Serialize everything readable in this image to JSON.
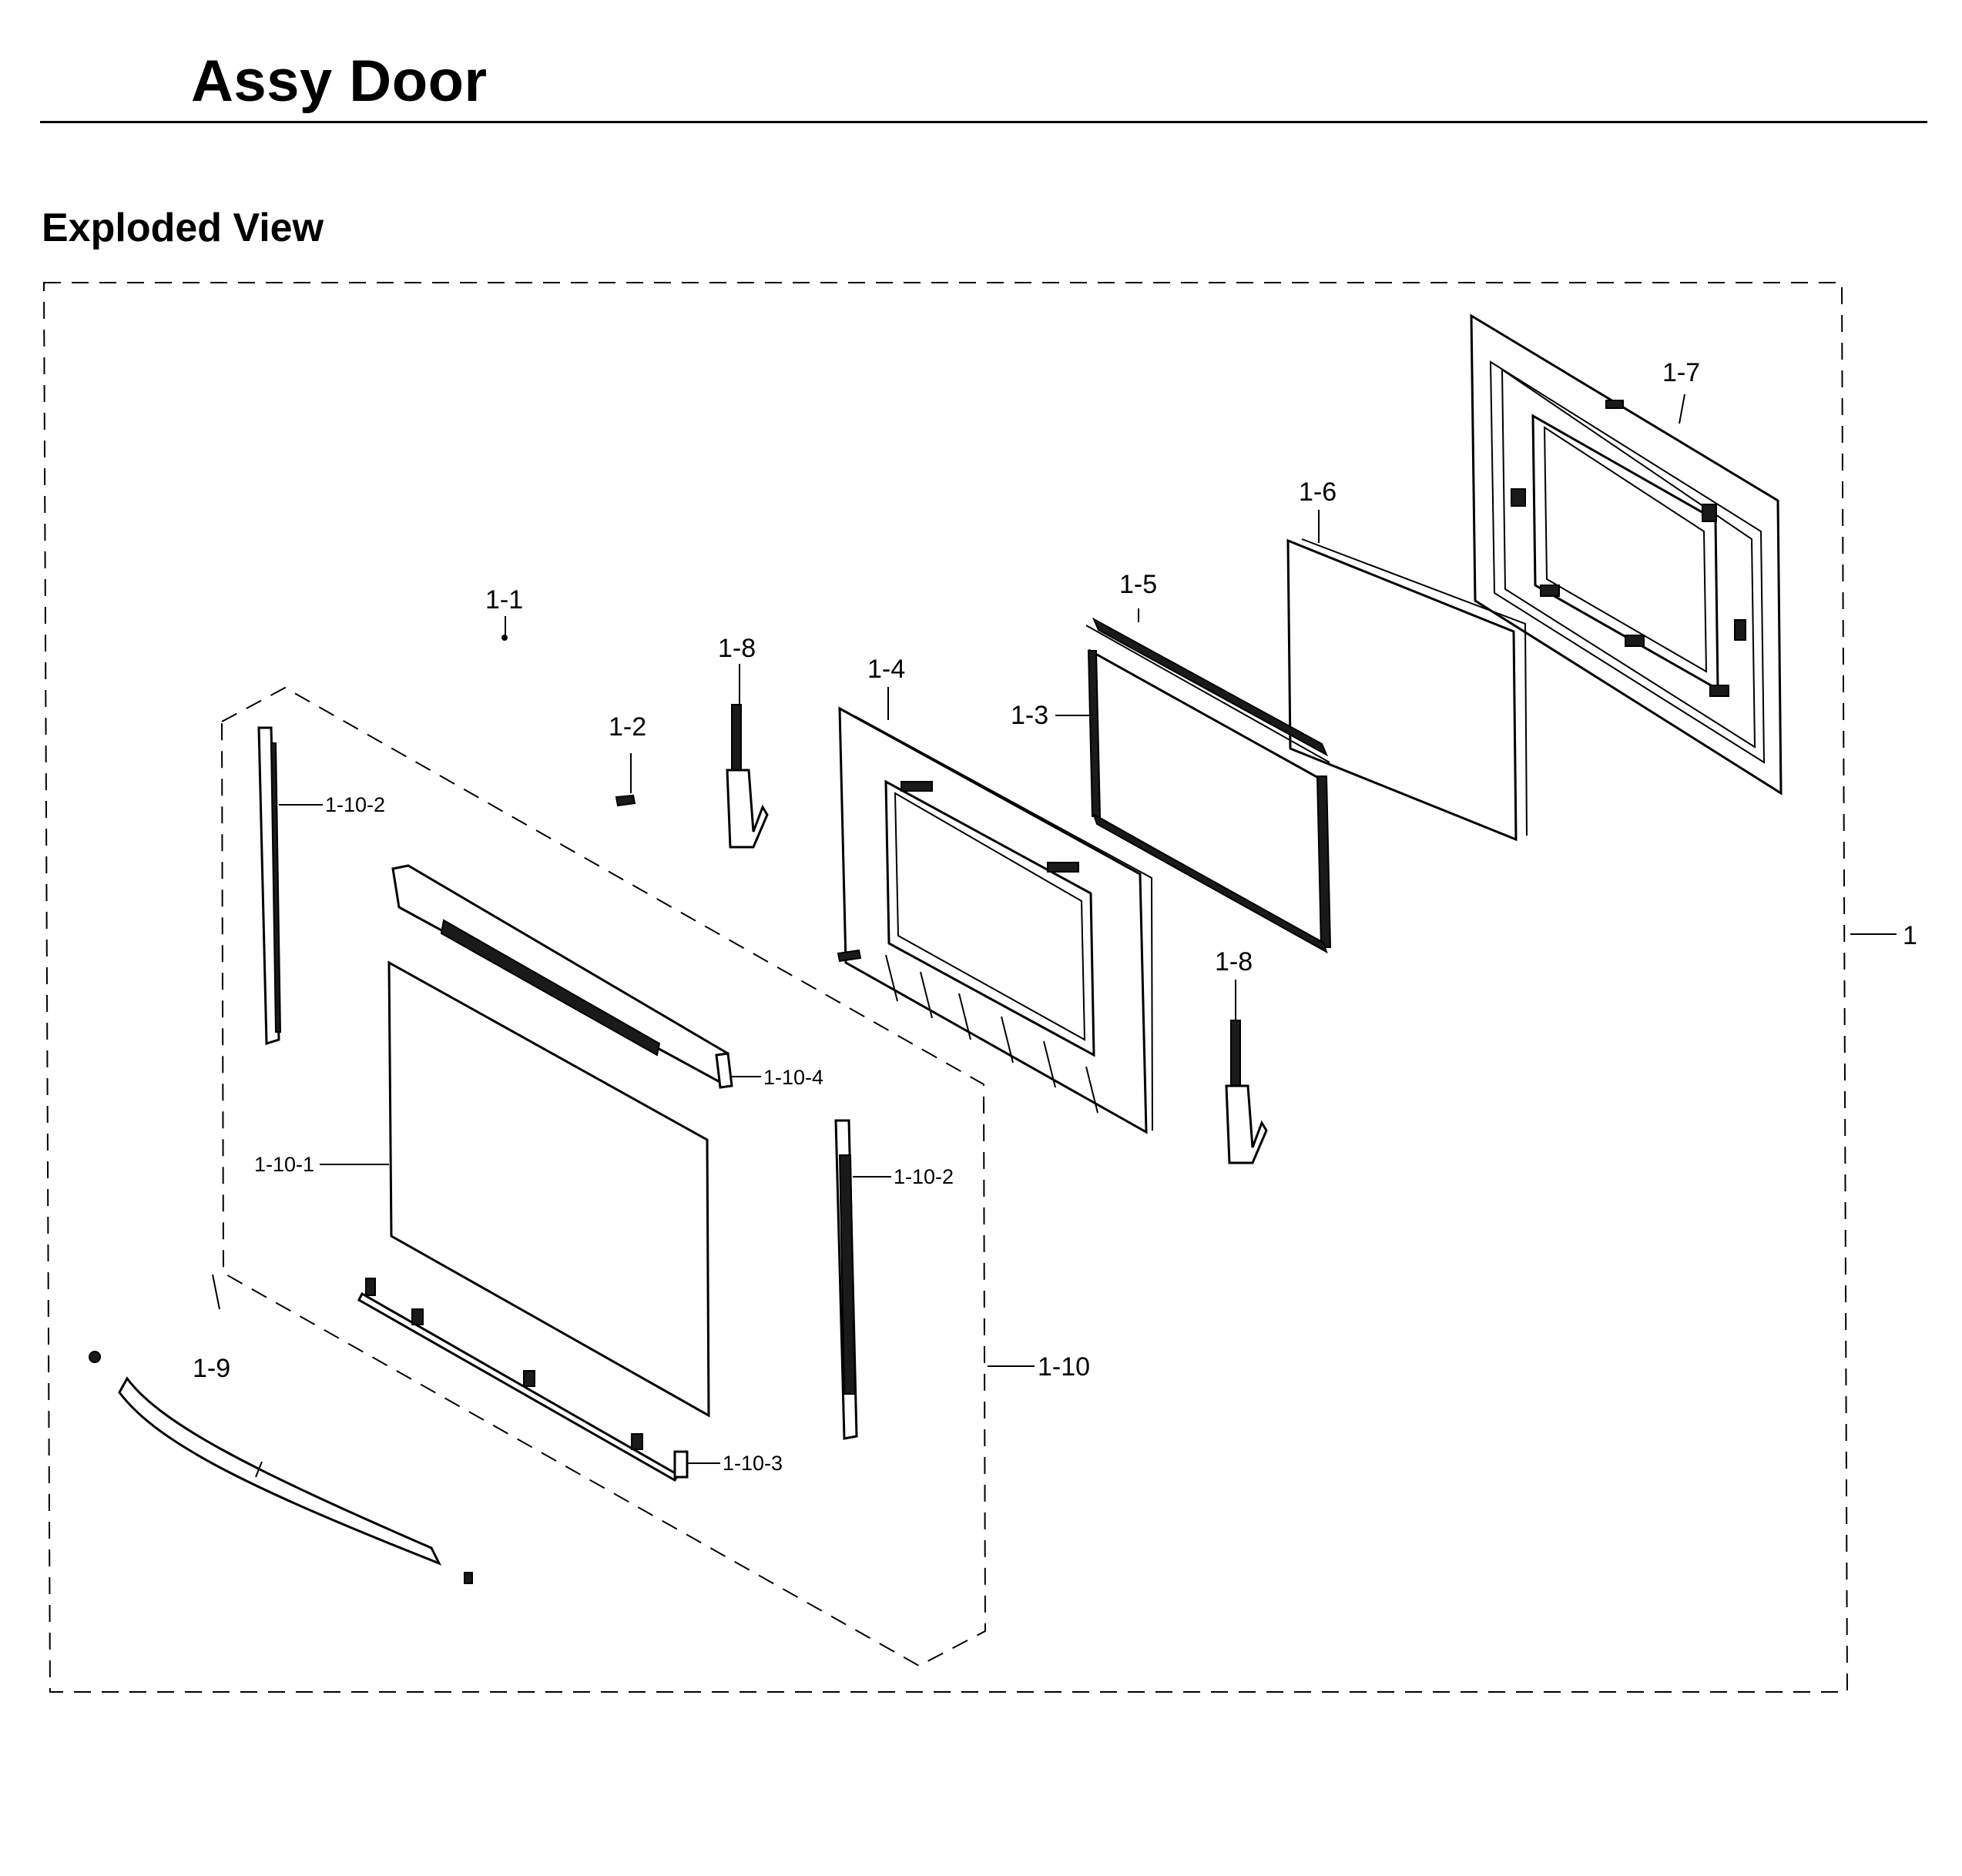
{
  "title": "Assy Door",
  "subtitle": "Exploded View",
  "callouts": {
    "c_1": "1",
    "c_1_1": "1-1",
    "c_1_2": "1-2",
    "c_1_3": "1-3",
    "c_1_4": "1-4",
    "c_1_5": "1-5",
    "c_1_6": "1-6",
    "c_1_7": "1-7",
    "c_1_8a": "1-8",
    "c_1_8b": "1-8",
    "c_1_9": "1-9",
    "c_1_10": "1-10",
    "c_1_10_1": "1-10-1",
    "c_1_10_2a": "1-10-2",
    "c_1_10_2b": "1-10-2",
    "c_1_10_3": "1-10-3",
    "c_1_10_4": "1-10-4"
  }
}
